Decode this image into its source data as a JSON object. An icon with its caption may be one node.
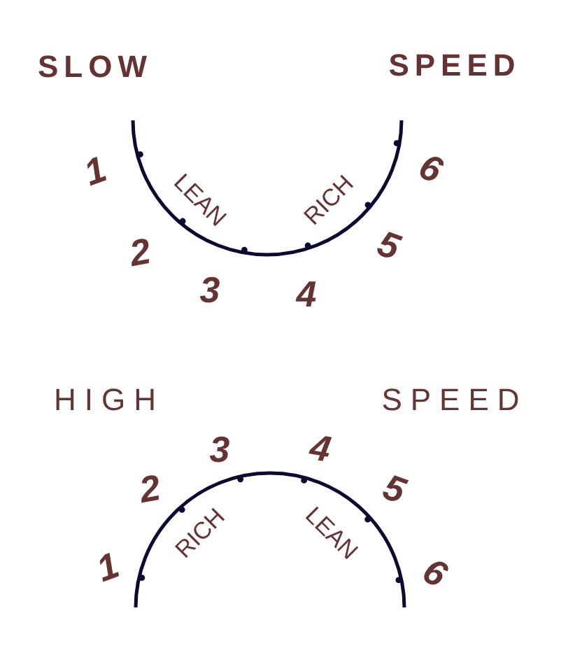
{
  "diagram": {
    "labels": [
      "SLOW",
      "SPEED",
      "1",
      "LEAN",
      "RICH",
      "6",
      "2",
      "5",
      "3",
      "4",
      "HIGH",
      "SPEED",
      "3",
      "4",
      "2",
      "5",
      "RICH",
      "LEAN",
      "1",
      "6"
    ]
  }
}
